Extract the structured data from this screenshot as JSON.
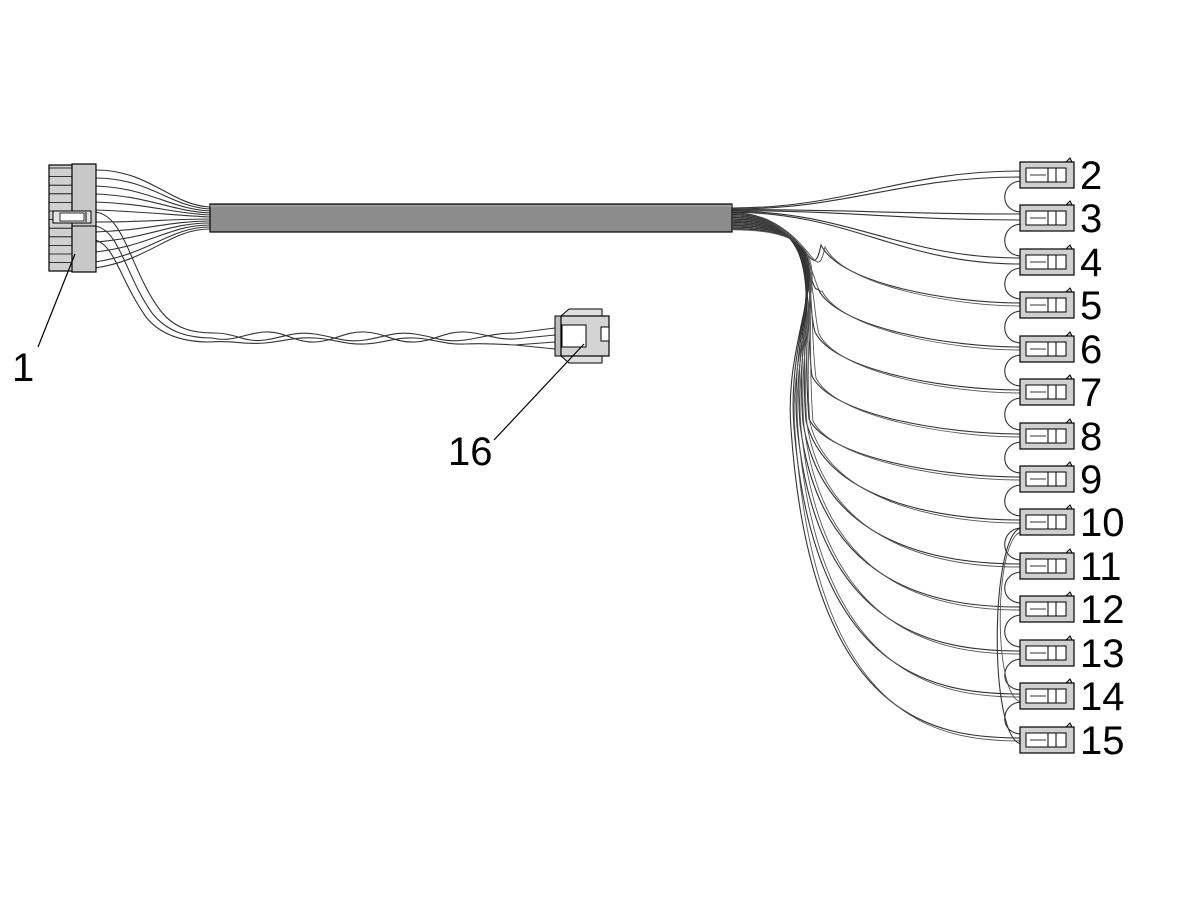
{
  "diagram": {
    "connectors": [
      {
        "id": "1",
        "label": "1"
      },
      {
        "id": "2",
        "label": "2"
      },
      {
        "id": "3",
        "label": "3"
      },
      {
        "id": "4",
        "label": "4"
      },
      {
        "id": "5",
        "label": "5"
      },
      {
        "id": "6",
        "label": "6"
      },
      {
        "id": "7",
        "label": "7"
      },
      {
        "id": "8",
        "label": "8"
      },
      {
        "id": "9",
        "label": "9"
      },
      {
        "id": "10",
        "label": "10"
      },
      {
        "id": "11",
        "label": "11"
      },
      {
        "id": "12",
        "label": "12"
      },
      {
        "id": "13",
        "label": "13"
      },
      {
        "id": "14",
        "label": "14"
      },
      {
        "id": "15",
        "label": "15"
      },
      {
        "id": "16",
        "label": "16"
      }
    ],
    "colors": {
      "housing": "#d0d0d0",
      "sleeve": "#8c8c8c",
      "line": "#000000"
    }
  }
}
